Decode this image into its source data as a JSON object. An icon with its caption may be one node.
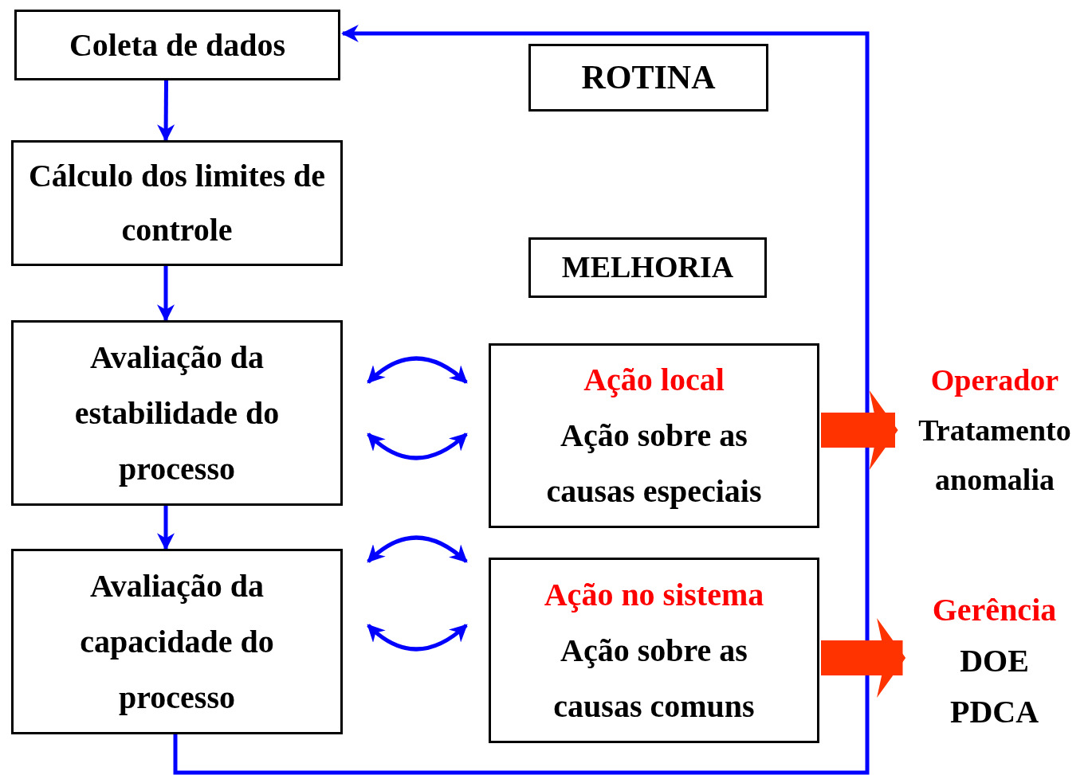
{
  "diagram": {
    "nodes": [
      {
        "text": [
          "Coleta de dados"
        ]
      },
      {
        "text": [
          "Cálculo dos limites de controle"
        ]
      },
      {
        "text": [
          "Avaliação da estabilidade do processo"
        ]
      },
      {
        "text": [
          "Avaliação da capacidade do processo"
        ]
      },
      {
        "text": [
          "ROTINA"
        ]
      },
      {
        "text": [
          "MELHORIA"
        ]
      },
      {
        "text": [
          "Ação local",
          "Ação sobre as causas especiais"
        ]
      },
      {
        "text": [
          "Ação no sistema",
          "Ação sobre as causas comuns"
        ]
      },
      {
        "text": [
          "Operador",
          "Tratamento anomalia"
        ]
      },
      {
        "text": [
          "Gerência",
          "DOE",
          "PDCA"
        ]
      }
    ],
    "edges": [
      {
        "from": 0,
        "to": 1,
        "arrow": "to"
      },
      {
        "from": 1,
        "to": 2,
        "arrow": "to"
      },
      {
        "from": 2,
        "to": 3,
        "arrow": "to"
      },
      {
        "from": 3,
        "to": 0,
        "arrow": "to"
      },
      {
        "from": 2,
        "to": 6,
        "arrow": "both"
      },
      {
        "from": 2,
        "to": 6,
        "arrow": "both"
      },
      {
        "from": 3,
        "to": 7,
        "arrow": "both"
      },
      {
        "from": 3,
        "to": 7,
        "arrow": "both"
      },
      {
        "from": 6,
        "to": 8,
        "arrow": "to",
        "style": "thick",
        "color": "#ff3300"
      },
      {
        "from": 7,
        "to": 9,
        "arrow": "to",
        "style": "thick",
        "color": "#ff3300"
      }
    ]
  }
}
